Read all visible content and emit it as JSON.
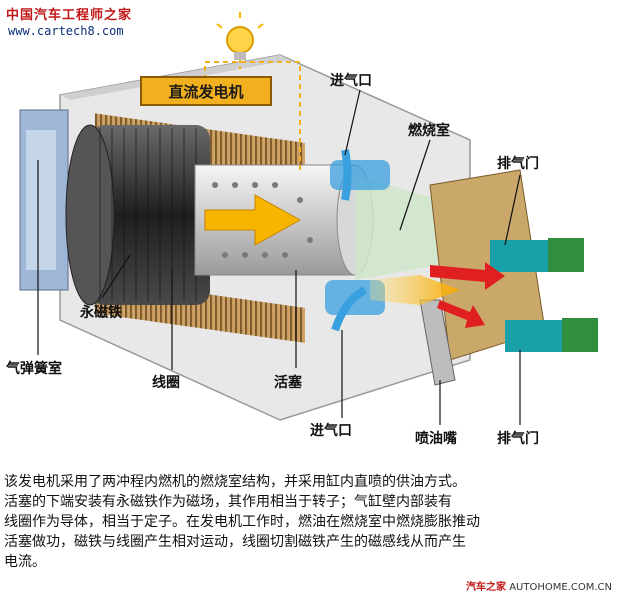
{
  "watermark": {
    "site_cn": "中国汽车工程师之家",
    "url": "www.cartech8.com"
  },
  "labels": {
    "generator": "直流发电机",
    "intake_top": "进气口",
    "combustion_chamber": "燃烧室",
    "exhaust_top": "排气门",
    "magnet": "永磁铁",
    "spring_chamber": "气弹簧室",
    "coil": "线圈",
    "piston": "活塞",
    "intake_bottom": "进气口",
    "injector": "喷油嘴",
    "exhaust_bottom": "排气门"
  },
  "caption": {
    "lines": [
      "该发电机采用了两冲程内燃机的燃烧室结构，并采用缸内直喷的供油方式。",
      "活塞的下端安装有永磁铁作为磁场，其作用相当于转子；气缸壁内部装有",
      "线圈作为导体，相当于定子。在发电机工作时，燃油在燃烧室中燃烧膨胀推动",
      "活塞做功，磁铁与线圈产生相对运动，线圈切割磁铁产生的磁感线从而产生",
      "电流。"
    ]
  },
  "footer": {
    "brand": "汽车之家",
    "url": "AUTOHOME.COM.CN"
  },
  "colors": {
    "generator_box": "#f2b01e",
    "coil": "#3a3a3a",
    "copper": "#d7a86a",
    "intake": "#39a0e0",
    "exhaust_arrow": "#e02020",
    "flow": "#f7b500",
    "valve": "#1aa0a8"
  }
}
